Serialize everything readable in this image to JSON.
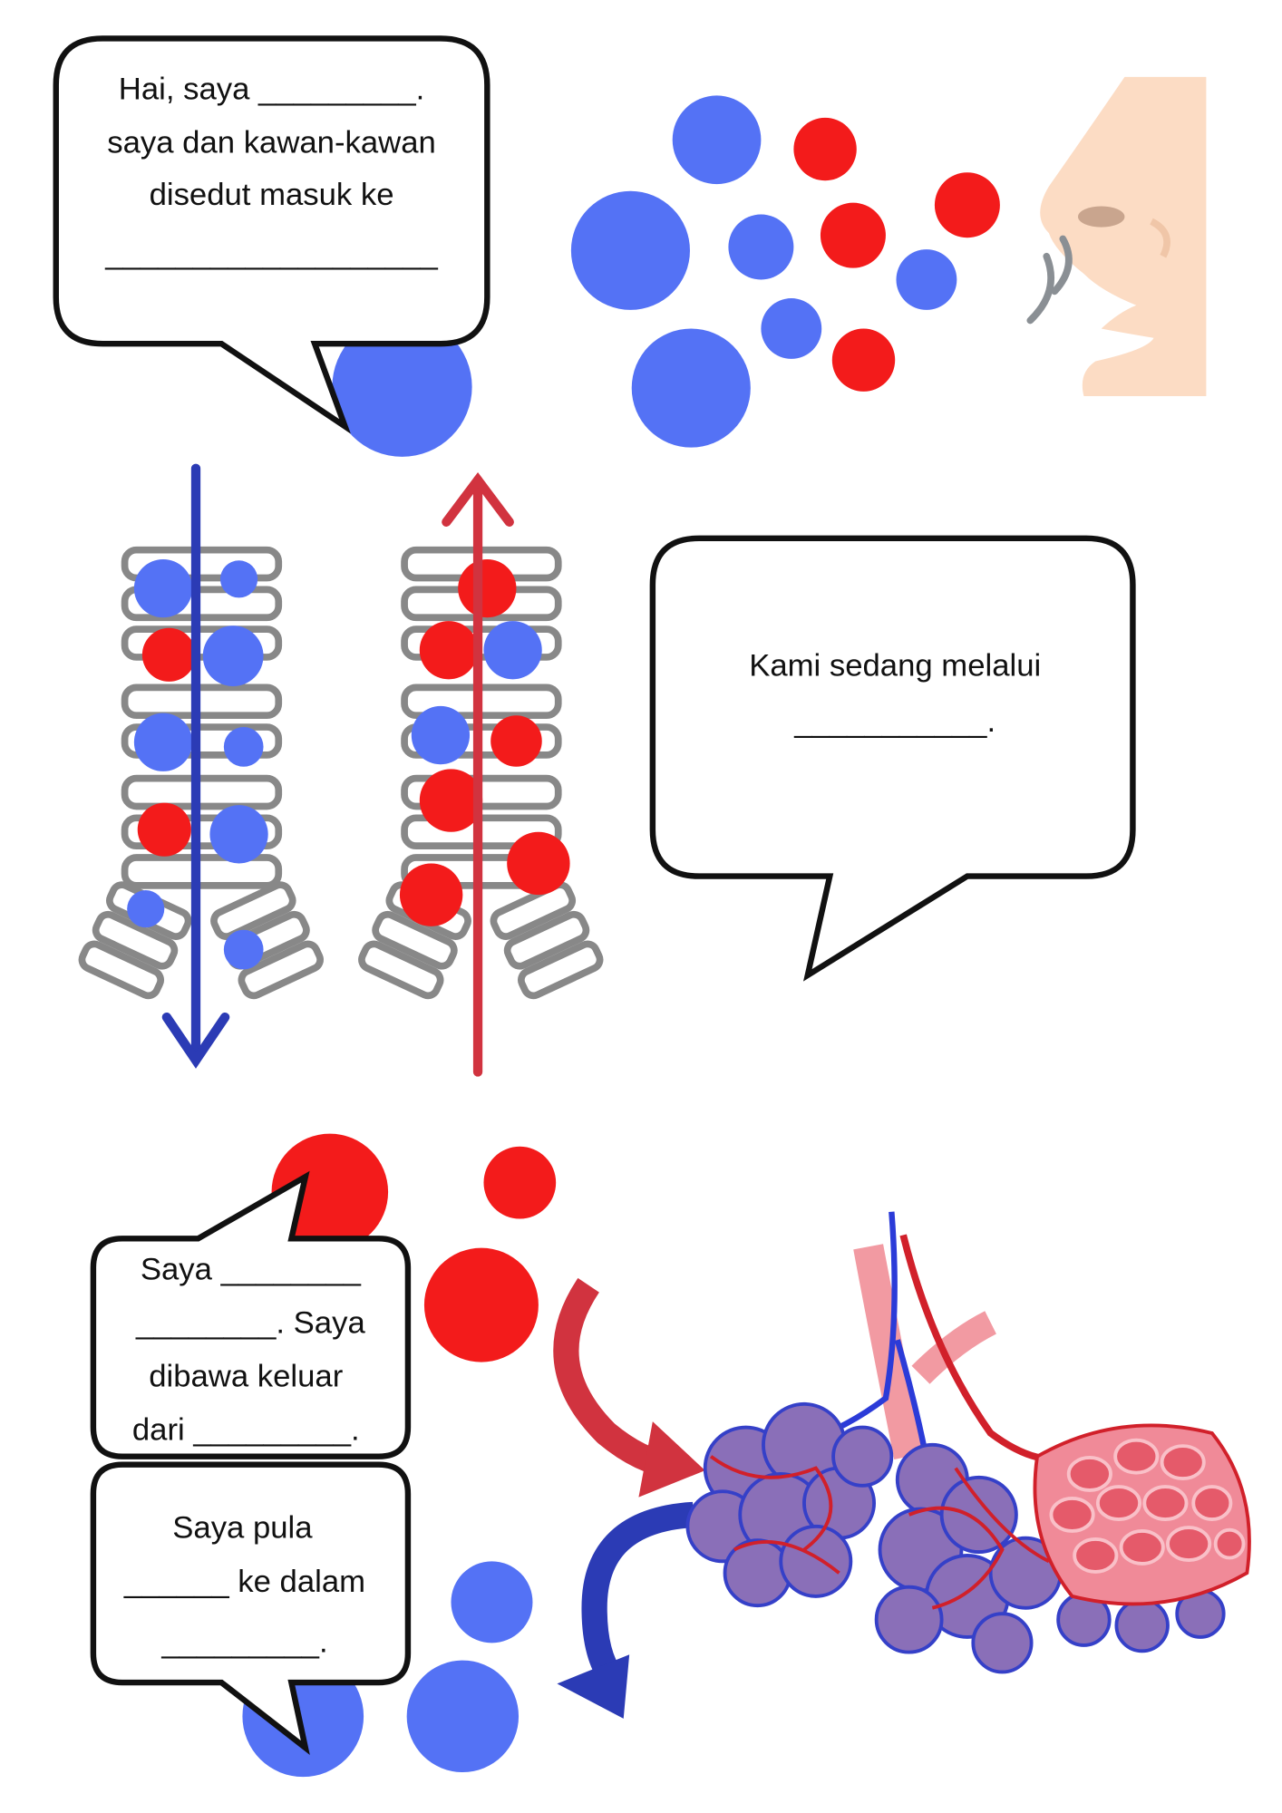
{
  "bubble_nose": {
    "lines": [
      "Hai, saya _________.",
      "saya dan kawan-kawan",
      "disedut masuk ke",
      "___________________"
    ]
  },
  "bubble_trachea": {
    "lines": [
      "Kami sedang melalui",
      "___________."
    ]
  },
  "bubble_out": {
    "lines": [
      "Saya ________",
      "________. Saya",
      "dibawa keluar",
      "dari _________."
    ]
  },
  "bubble_in": {
    "lines": [
      "Saya pula",
      "______ ke dalam",
      "_________."
    ]
  },
  "colors": {
    "oxygen_blue": "#5472f5",
    "co2_red": "#f31b1b",
    "arrow_blue": "#2b3bb5",
    "arrow_red": "#d1333f",
    "skin": "#fcdcc4"
  }
}
